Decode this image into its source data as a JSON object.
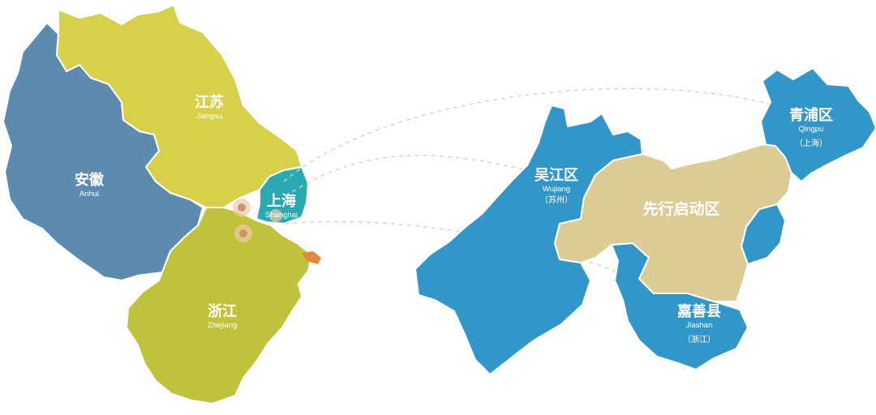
{
  "colors": {
    "anhui": "#5d8bb0",
    "jiangsu": "#d6d04a",
    "zhejiang": "#c0c23c",
    "shanghai": "#2aa9b0",
    "island": "#e08a3c",
    "demo_county": "#3297c8",
    "core_zone": "#dccb94",
    "link_line": "#e3cfb6"
  },
  "left_map": {
    "anhui": {
      "cn": "安徽",
      "en": "Anhui"
    },
    "jiangsu": {
      "cn": "江苏",
      "en": "Jiangsu"
    },
    "shanghai": {
      "cn": "上海",
      "en": "Shanghai"
    },
    "zhejiang": {
      "cn": "浙江",
      "en": "Zhejiang"
    }
  },
  "right_map": {
    "qingpu": {
      "cn": "青浦区",
      "en": "Qingpu",
      "sub": "（上海）"
    },
    "wujiang": {
      "cn": "吴江区",
      "en": "Wujiang",
      "sub": "（苏州）"
    },
    "core": {
      "cn": "先行启动区"
    },
    "jiashan": {
      "cn": "嘉善县",
      "en": "Jiashan",
      "sub": "（浙江）"
    }
  }
}
